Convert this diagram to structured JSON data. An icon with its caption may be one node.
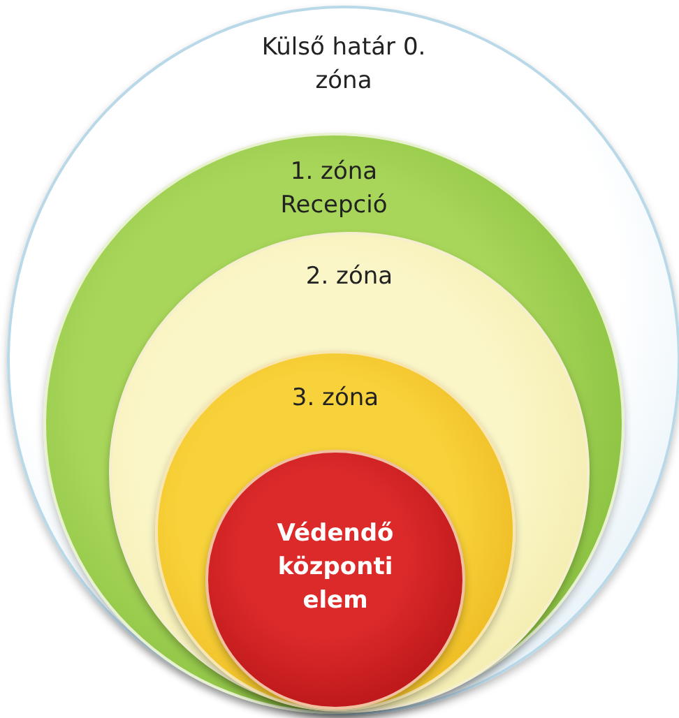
{
  "diagram": {
    "nodes": [
      {
        "text": [
          "Külső határ 0. zóna"
        ]
      },
      {
        "text": [
          "1. zóna Recepció"
        ],
        "in": 0
      },
      {
        "text": [
          "2. zóna"
        ],
        "in": 1
      },
      {
        "text": [
          "3. zóna"
        ],
        "in": 2
      },
      {
        "text": [
          "Védendő központi elem"
        ],
        "in": 3
      }
    ]
  }
}
